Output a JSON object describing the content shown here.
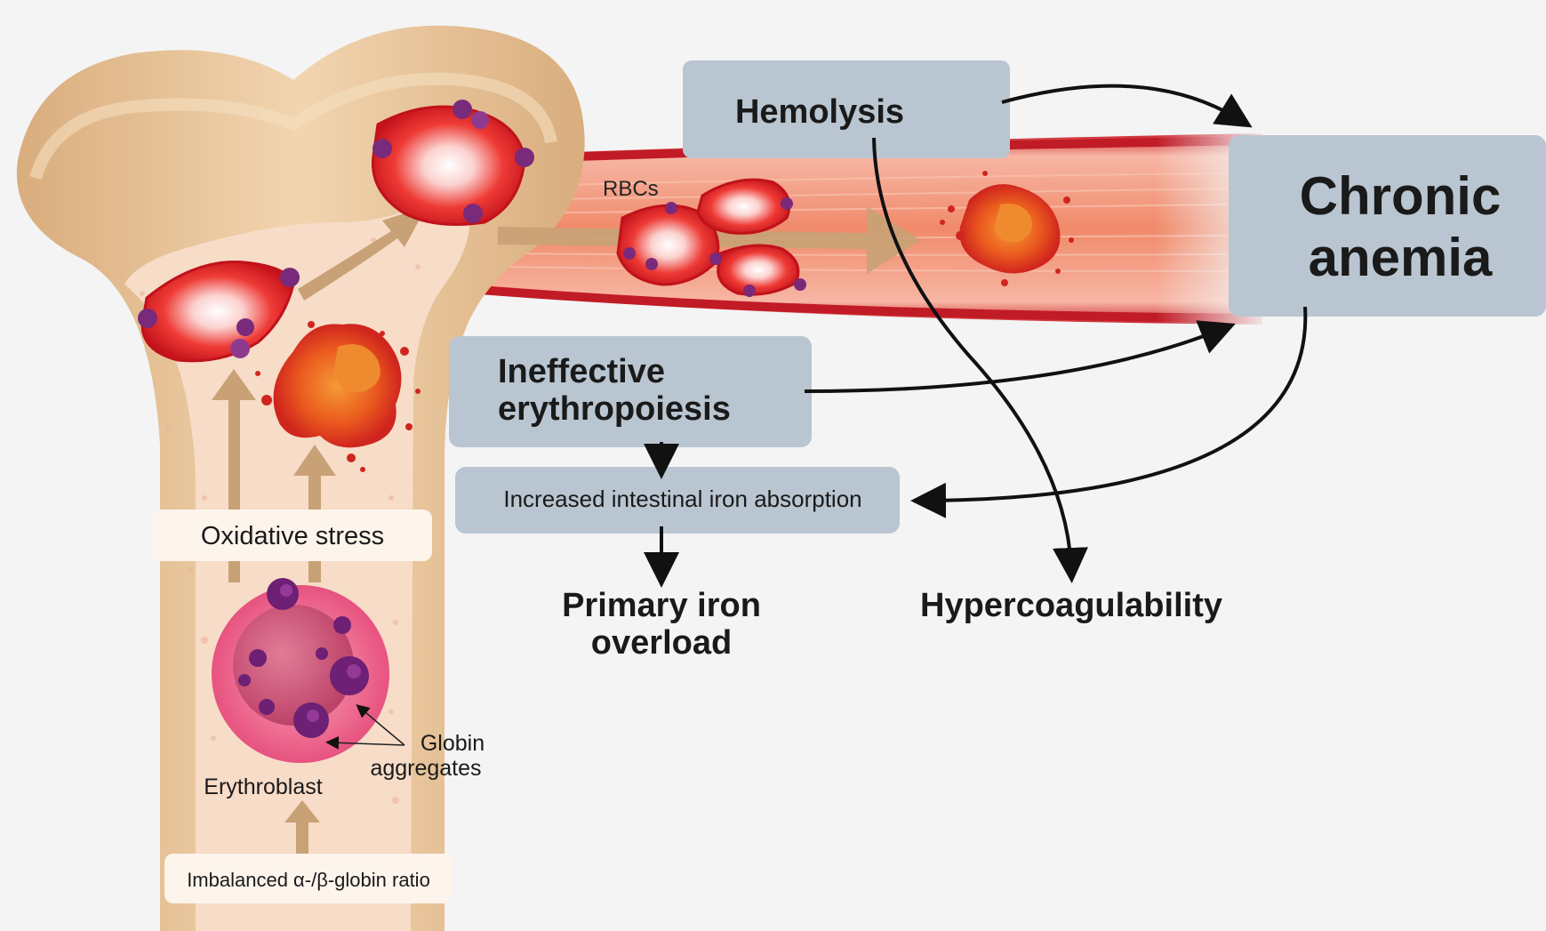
{
  "labels": {
    "hemolysis": "Hemolysis",
    "chronic_anemia_line1": "Chronic",
    "chronic_anemia_line2": "anemia",
    "rbcs": "RBCs",
    "ineffective_line1": "Ineffective",
    "ineffective_line2": "erythropoiesis",
    "iron_absorption": "Increased intestinal iron absorption",
    "primary_overload_line1": "Primary iron",
    "primary_overload_line2": "overload",
    "hypercoagulability": "Hypercoagulability",
    "oxidative_stress": "Oxidative stress",
    "globin_line1": "Globin",
    "globin_line2": "aggregates",
    "erythroblast": "Erythroblast",
    "imbalance": "Imbalanced α-/β-globin ratio"
  },
  "colors": {
    "box_fill": "#b9c6d1",
    "bone": "#e9c9a0",
    "marrow": "#f7dcc8",
    "vessel": "#d8262e",
    "rbc": "#e5272d",
    "aggregate": "#7a2a7a",
    "arrow_tan": "#c8a276",
    "arrow_black": "#111111"
  }
}
